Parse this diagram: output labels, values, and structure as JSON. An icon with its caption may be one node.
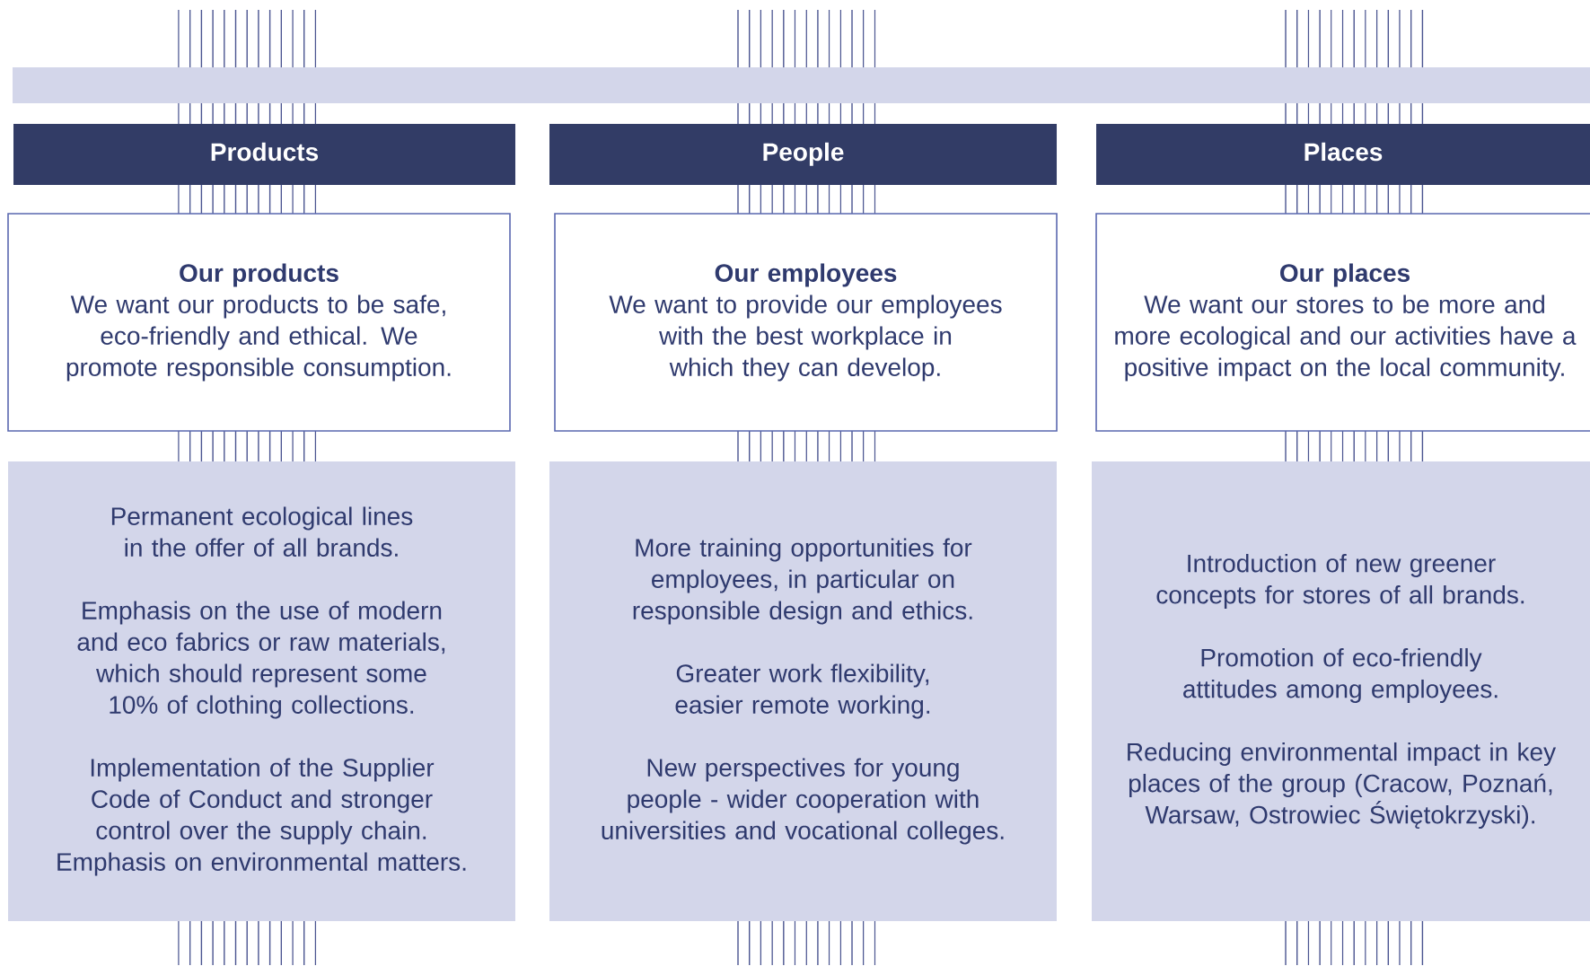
{
  "diagram": {
    "nodes": [
      {
        "text": [],
        "shape": "bar"
      },
      {
        "text": [
          "Products"
        ]
      },
      {
        "text": [
          "People"
        ]
      },
      {
        "text": [
          "Places"
        ]
      },
      {
        "text": [
          "Our products",
          "We want our products to be safe, eco-friendly and ethical. We promote responsible consumption."
        ]
      },
      {
        "text": [
          "Our employees",
          "We want to provide our employees with the best workplace in which they can develop."
        ]
      },
      {
        "text": [
          "Our places",
          "We want our stores to be more and more ecological and our activities have a positive impact on the local community."
        ]
      },
      {
        "text": [
          "Permanent ecological lines in the offer of all brands.",
          "Emphasis on the use of modern and eco fabrics or raw materials, which should represent some 10% of clothing collections.",
          "Implementation of the Supplier Code of Conduct and stronger control over the supply chain. Emphasis on environmental matters."
        ]
      },
      {
        "text": [
          "More training opportunities for employees, in particular on responsible design and ethics.",
          "Greater work flexibility, easier remote working.",
          "New perspectives for young people - wider cooperation with universities and vocational colleges."
        ]
      },
      {
        "text": [
          "Introduction of new greener concepts for stores of all brands.",
          "Promotion of eco-friendly attitudes among employees.",
          "Reducing environmental impact in key places of the group (Cracow, Poznań, Warsaw, Ostrowiec Świętokrzyski)."
        ]
      }
    ]
  }
}
